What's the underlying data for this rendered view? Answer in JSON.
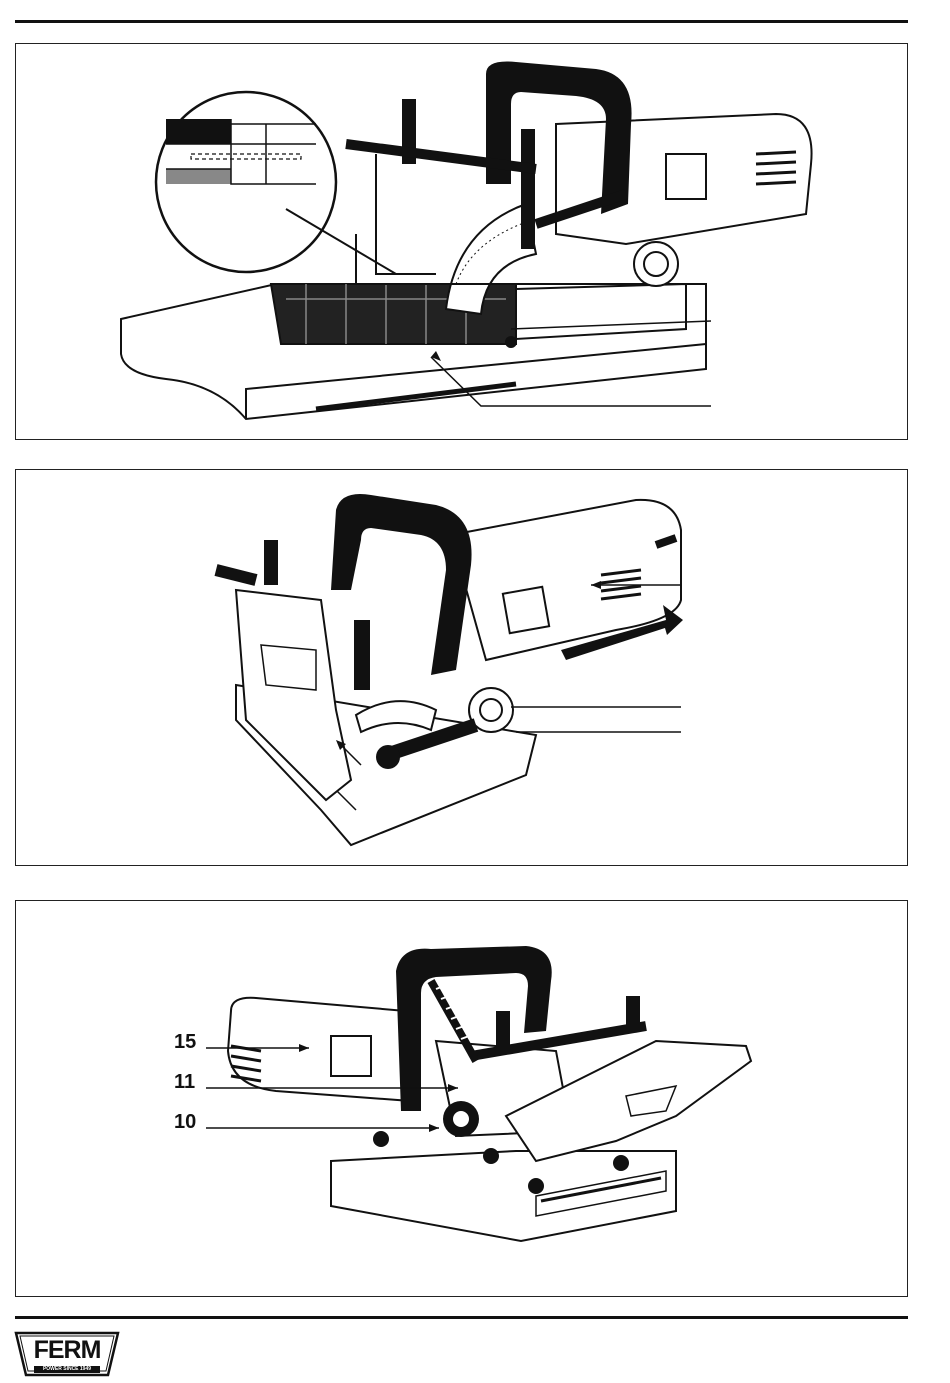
{
  "figure3": {
    "callouts": [
      "15",
      "11",
      "10"
    ]
  },
  "brand": {
    "logo_text": "FERM",
    "tagline": "POWER SINCE 1949"
  },
  "colors": {
    "ink": "#111111",
    "paper": "#ffffff"
  }
}
